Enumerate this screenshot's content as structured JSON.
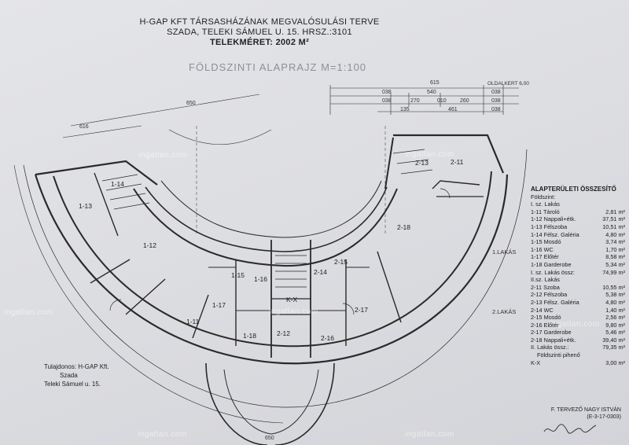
{
  "header": {
    "line1": "H-GAP KFT TÁRSASHÁZÁNAK MEGVALÓSULÁSI TERVE",
    "line2": "SZADA, TELEKI SÁMUEL U. 15. HRSZ.:3101",
    "line3": "TELEKMÉRET: 2002 M²"
  },
  "plan_title": "FÖLDSZINTI ALAPRAJZ M=1:100",
  "watermark": "ingatlan.com",
  "rooms": [
    "1-11",
    "1-12",
    "1-13",
    "1-14",
    "1-15",
    "1-16",
    "1-17",
    "1-18",
    "2-11",
    "2-12",
    "2-13",
    "2-14",
    "2-15",
    "2-16",
    "2-17",
    "2-18",
    "K-X"
  ],
  "unit_labels": {
    "u1": "1.LAKÁS",
    "u2": "2.LAKÁS"
  },
  "dimensions": {
    "top": [
      "615",
      "540",
      "270",
      "010",
      "260",
      "038",
      "038",
      "038",
      "038",
      "038",
      "135",
      "461"
    ],
    "left": [
      "650",
      "616"
    ],
    "bottom": "650"
  },
  "misc_labels": {
    "right_top": "OLDALKERT 6,00"
  },
  "areas": {
    "title": "ALAPTERÜLETI ÖSSZESÍTŐ",
    "floor": "Földszint:",
    "unit1_head": "I. sz. Lakás",
    "unit1": [
      {
        "room": "1-11 Tároló",
        "area": "2,81 m²"
      },
      {
        "room": "1-12 Nappali+étk.",
        "area": "37,51 m²"
      },
      {
        "room": "1-13 Félszoba",
        "area": "10,51 m²"
      },
      {
        "room": "1-14 Félsz. Galéria",
        "area": "4,80 m²"
      },
      {
        "room": "1-15 Mosdó",
        "area": "3,74 m²"
      },
      {
        "room": "1-16 WC",
        "area": "1,70 m²"
      },
      {
        "room": "1-17 Előtér",
        "area": "8,58 m²"
      },
      {
        "room": "1-18 Garderobe",
        "area": "5,34 m²"
      }
    ],
    "unit1_total": {
      "room": "I. sz. Lakás össz:",
      "area": "74,99 m²"
    },
    "unit2_head": "II.sz. Lakás",
    "unit2": [
      {
        "room": "2-11 Szoba",
        "area": "10,55 m²"
      },
      {
        "room": "2-12 Félszoba",
        "area": "5,38 m²"
      },
      {
        "room": "2-13 Félsz. Galéria",
        "area": "4,80 m²"
      },
      {
        "room": "2-14 WC",
        "area": "1,40 m²"
      },
      {
        "room": "2-15 Mosdó",
        "area": "2,56 m²"
      },
      {
        "room": "2-16 Előtér",
        "area": "9,80 m²"
      },
      {
        "room": "2-17 Garderobe",
        "area": "5,46 m²"
      },
      {
        "room": "2-18 Nappali+étk.",
        "area": "39,40 m²"
      }
    ],
    "unit2_total": {
      "room": "II. Lakás össz.:",
      "area": "79,35 m²"
    },
    "stair_head": "Földszinti pihenő",
    "stair": {
      "room": "K-X",
      "area": "3,00 m²"
    }
  },
  "owner": {
    "l1": "Tulajdonos: H-GAP Kft.",
    "l2": "Szada",
    "l3": "Teleki Sámuel u. 15."
  },
  "designer": {
    "name": "F. TERVEZŐ NAGY ISTVÁN",
    "code": "(E-3-17-0303)"
  }
}
